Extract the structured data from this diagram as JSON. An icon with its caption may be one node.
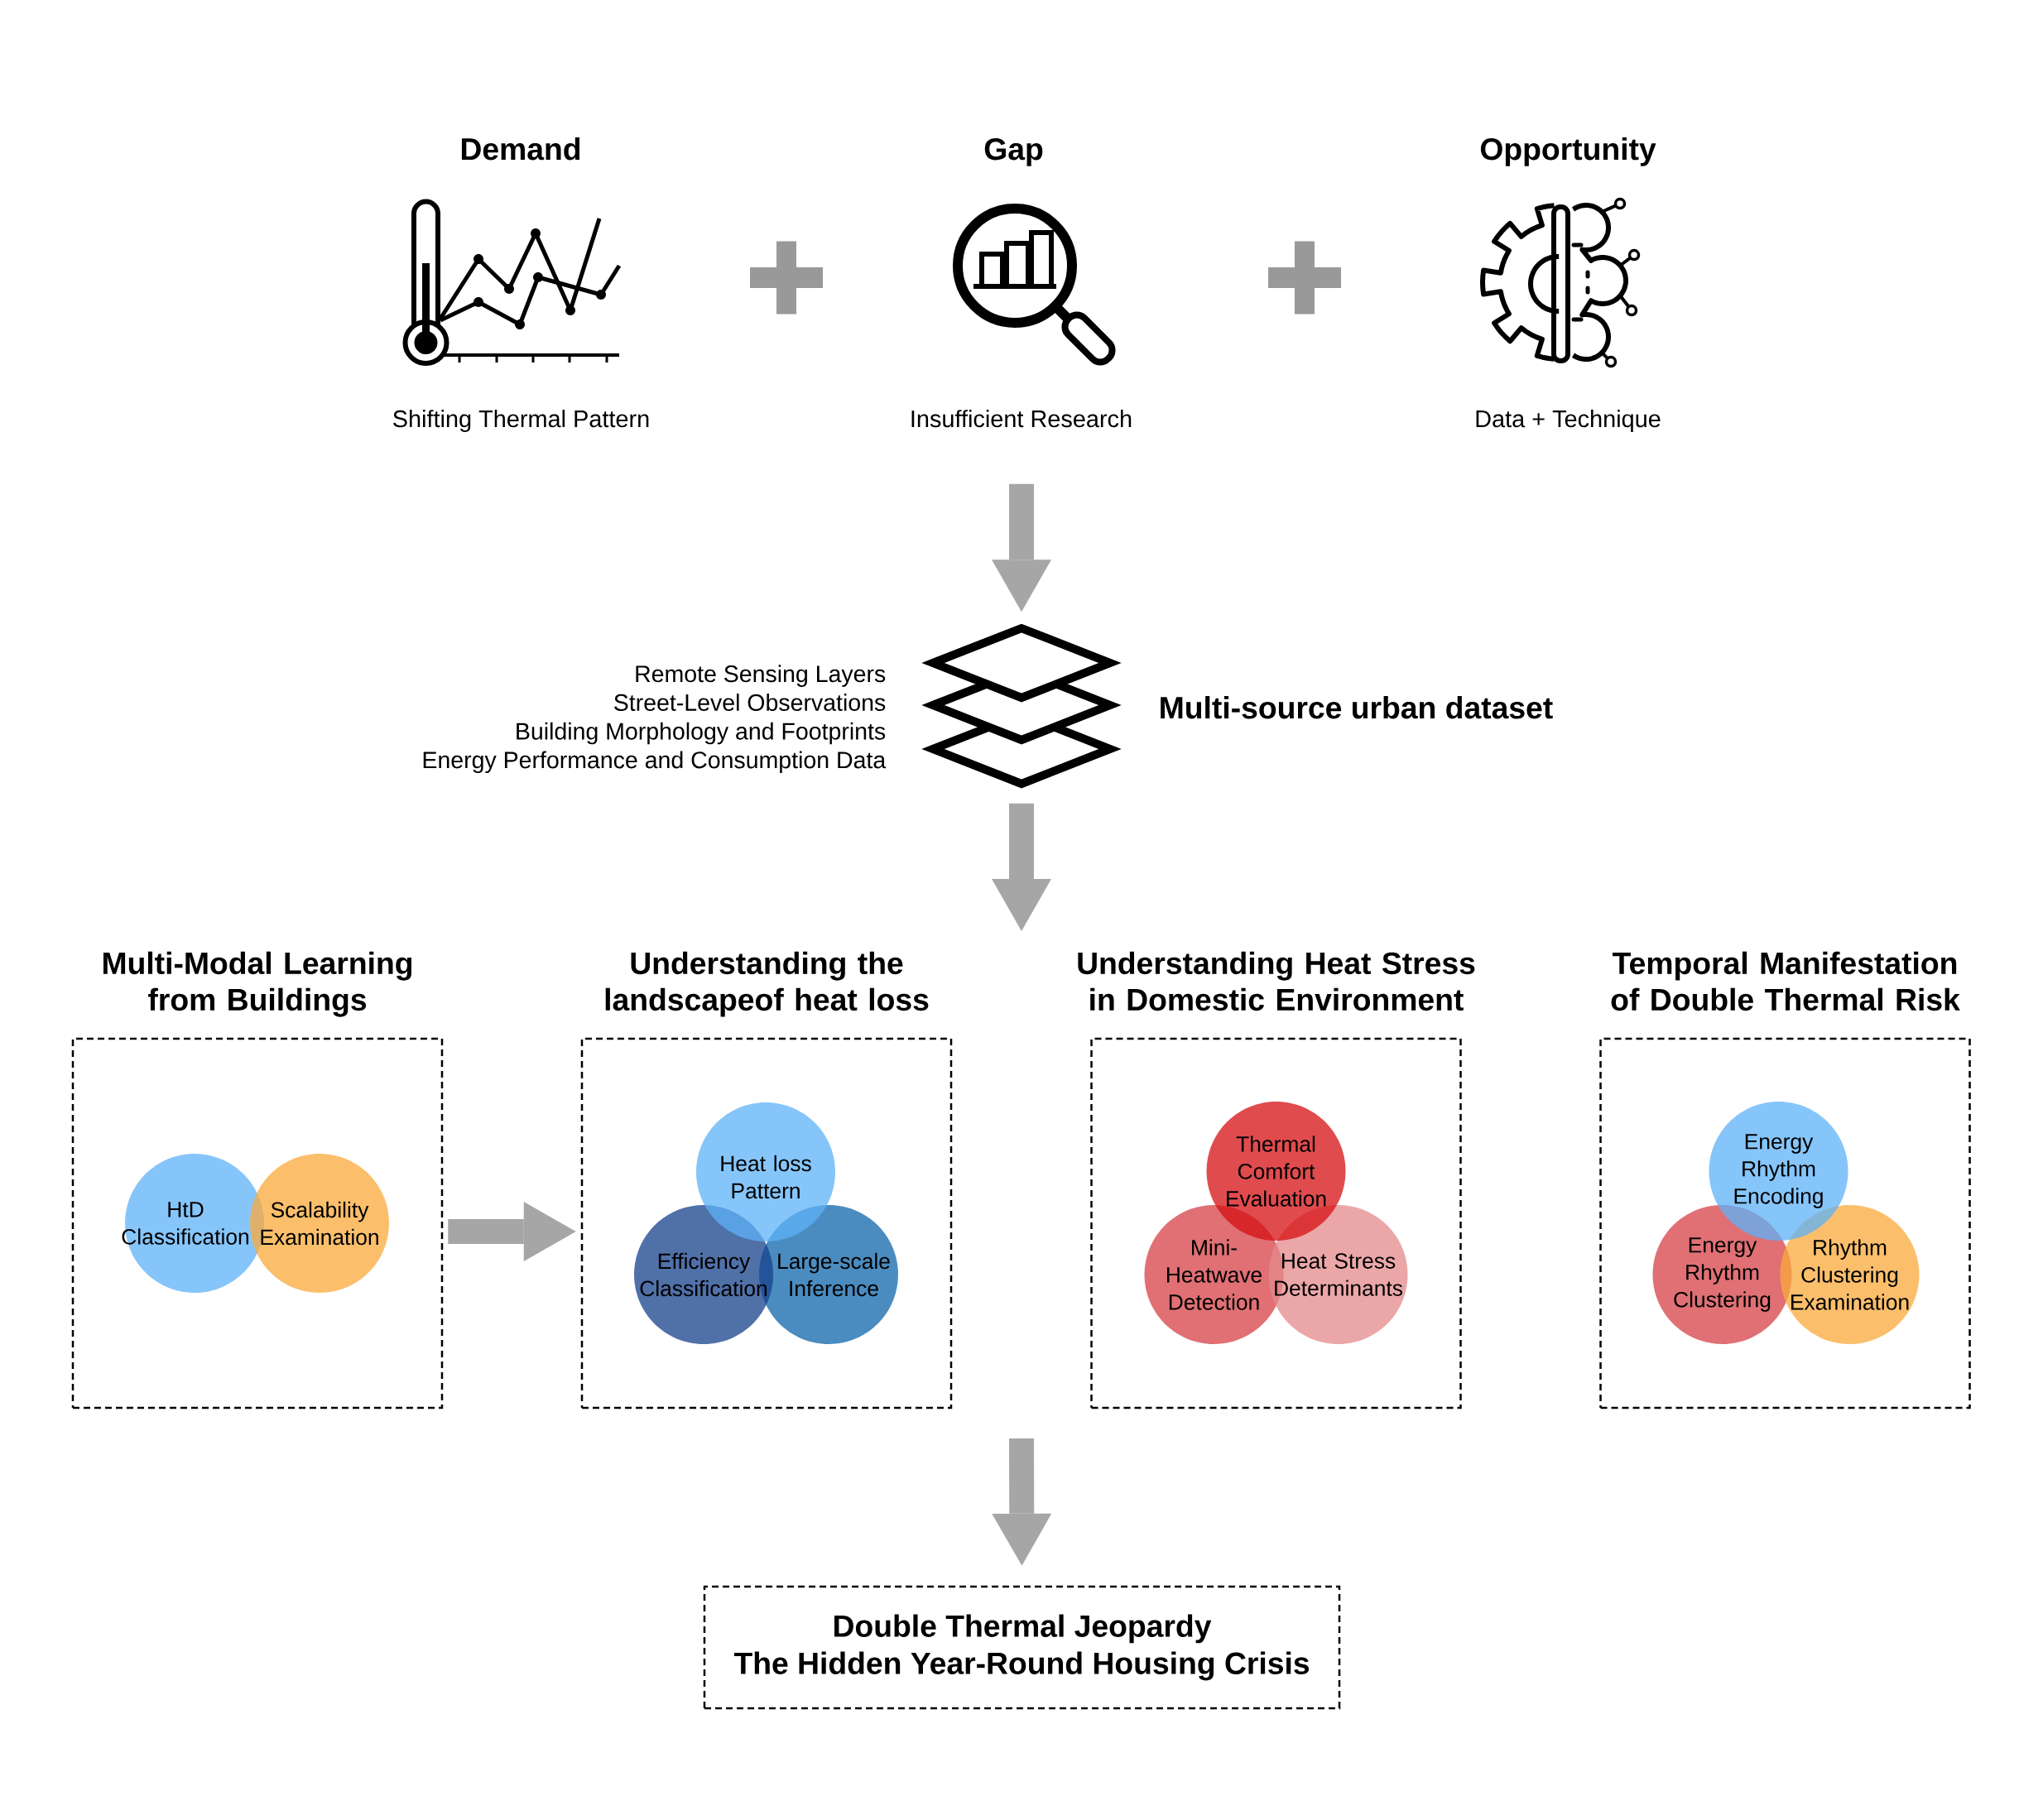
{
  "diagram": {
    "nodes": [
      {
        "text": [
          "Demand"
        ],
        "beside": [
          "Shifting Thermal Pattern"
        ]
      },
      {
        "text": [
          "Gap"
        ],
        "beside": [
          "Insufficient Research"
        ]
      },
      {
        "text": [
          "Opportunity"
        ],
        "beside": [
          "Data + Technique"
        ]
      },
      {
        "text": [
          "Multi-source urban dataset"
        ],
        "beside": [
          "Remote Sensing Layers",
          "Street-Level Observations",
          "Building Morphology and Footprints",
          "Energy Performance and Consumption Data"
        ]
      },
      {
        "text": [
          "Multi-Modal Learning from Buildings"
        ]
      },
      {
        "text": [
          "HtD Classification"
        ],
        "in": 4
      },
      {
        "text": [
          "Scalability Examination"
        ],
        "in": 4
      },
      {
        "text": [
          "Understanding the landscapeof heat loss"
        ]
      },
      {
        "text": [
          "Heat loss Pattern"
        ],
        "in": 7
      },
      {
        "text": [
          "Efficiency Classification"
        ],
        "in": 7
      },
      {
        "text": [
          "Large-scale Inference"
        ],
        "in": 7
      },
      {
        "text": [
          "Understanding Heat Stress in Domestic Environment"
        ]
      },
      {
        "text": [
          "Thermal Comfort Evaluation"
        ],
        "in": 11
      },
      {
        "text": [
          "Mini- Heatwave Detection"
        ],
        "in": 11
      },
      {
        "text": [
          "Heat Stress Determinants"
        ],
        "in": 11
      },
      {
        "text": [
          "Temporal Manifestation of Double Thermal Risk"
        ]
      },
      {
        "text": [
          "Energy Rhythm Encoding"
        ],
        "in": 15
      },
      {
        "text": [
          "Energy Rhythm Clustering"
        ],
        "in": 15
      },
      {
        "text": [
          "Rhythm Clustering Examination"
        ],
        "in": 15
      },
      {
        "text": [
          "Double Thermal Jeopardy",
          "The Hidden Year-Round Housing Crisis"
        ]
      }
    ],
    "edges": [
      {
        "from": 1,
        "to": 3,
        "arrow": "to"
      },
      {
        "from": 3,
        "to": null,
        "arrow": "to"
      },
      {
        "from": 4,
        "to": 7,
        "arrow": "to"
      },
      {
        "from": null,
        "to": 19,
        "arrow": "to"
      }
    ]
  }
}
